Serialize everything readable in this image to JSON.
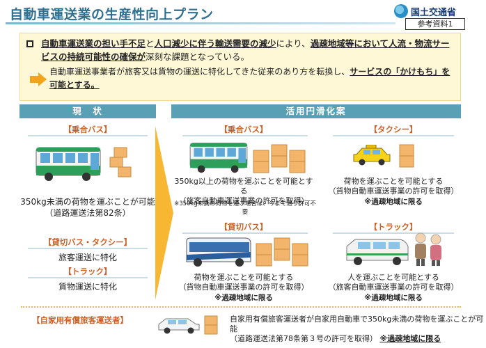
{
  "header": {
    "title": "自動車運送業の生産性向上プラン",
    "ministry": "国土交通省",
    "reference": "参考資料1"
  },
  "summary": {
    "line1_parts": [
      "自動車運送業の担い手不足",
      "と",
      "人口減少に伴う輸送需要の減少",
      "により、",
      "過疎地域等において人流・物流サービスの持続可能性の確保が",
      "深刻な課題となっている。"
    ],
    "line2_prefix": "自動車運送事業者が旅客又は貨物の運送に特化してきた従来のあり方を転換し、",
    "line2_highlight": "サービスの「かけもち」を可能とする。"
  },
  "columns": {
    "current": "現　状",
    "plan": "活用円滑化案"
  },
  "current": {
    "bus_label": "【乗合バス】",
    "bus_caption_1": "350kg未満の荷物を運ぶことが可能",
    "bus_caption_2": "（道路運送法第82条）",
    "charter_label": "【貸切バス・タクシー】",
    "charter_caption": "旅客運送に特化",
    "truck_label": "【トラック】",
    "truck_caption": "貨物運送に特化"
  },
  "plan": {
    "bus_label": "【乗合バス】",
    "bus_caption_1": "350kg以上の荷物を運ぶことを可能とする",
    "bus_caption_2": "（旅客自動車運送事業の許可を取得）",
    "bus_note": "※350kg未満の荷物を運ぶ場合は、今まで通り許可不要",
    "taxi_label": "【タクシー】",
    "taxi_caption_1": "荷物を運ぶことを可能とする",
    "taxi_caption_2": "（貨物自動車運送事業の許可を取得）",
    "taxi_cond": "※過疎地域に限る",
    "charter_label": "【貸切バス】",
    "charter_caption_1": "荷物を運ぶことを可能とする",
    "charter_caption_2": "（貨物自動車運送事業の許可を取得）",
    "charter_cond": "※過疎地域に限る",
    "truck_label": "【トラック】",
    "truck_caption_1": "人を運ぶことを可能とする",
    "truck_caption_2": "（旅客自動車運送事業の許可を取得）",
    "truck_cond": "※過疎地域に限る"
  },
  "bottom": {
    "label": "【自家用有償旅客運送者】",
    "text_1": "自家用有償旅客運送者が自家用自動車で350kg未満の荷物を運ぶことが可能",
    "text_2": "（道路運送法第78条第３号の許可を取得）",
    "cond": "※過疎地域に限る"
  },
  "colors": {
    "accent": "#5aa0b5",
    "label": "#c8622a",
    "summary_bg": "#fff8d6",
    "arrow": "#f2a51a"
  }
}
